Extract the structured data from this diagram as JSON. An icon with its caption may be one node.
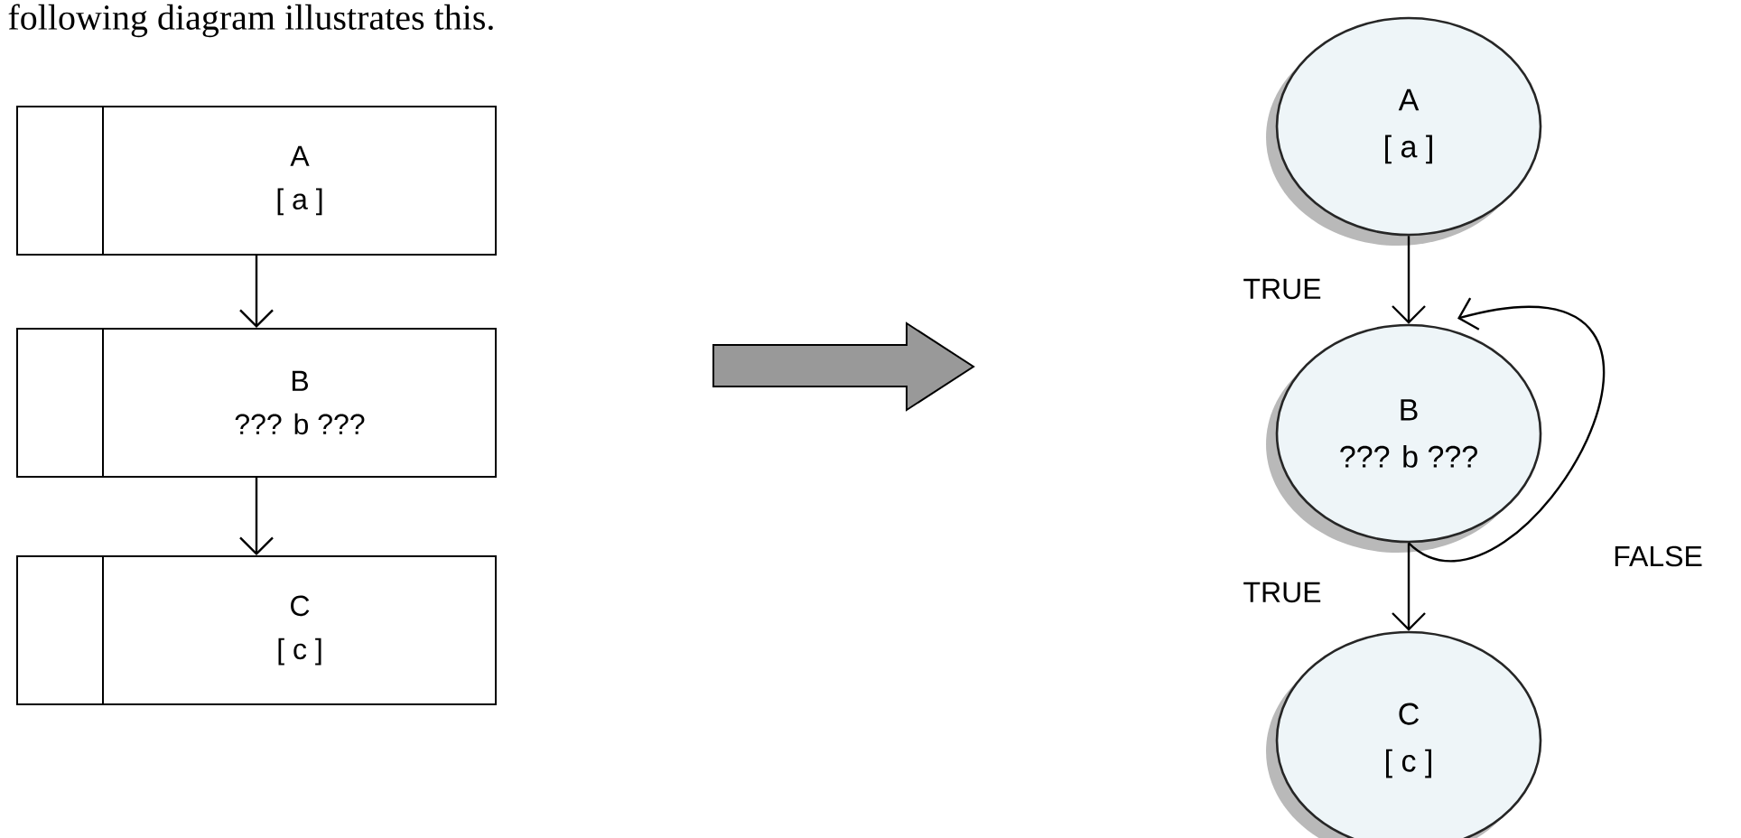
{
  "diagram": {
    "nodes": [
      {
        "text": [
          "A",
          "[ a ]"
        ]
      },
      {
        "text": [
          "B",
          "??? b ???"
        ]
      },
      {
        "text": [
          "C",
          "[ c ]"
        ]
      },
      {
        "text": [
          "A",
          "[ a ]"
        ]
      },
      {
        "text": [
          "B",
          "??? b ???"
        ]
      },
      {
        "text": [
          "C",
          "[ c ]"
        ]
      }
    ],
    "edges": [
      {
        "from": 0,
        "to": 1,
        "arrow": "to"
      },
      {
        "from": 1,
        "to": 2,
        "arrow": "to"
      },
      {
        "from": 3,
        "to": 4,
        "arrow": "to",
        "label": "TRUE"
      },
      {
        "from": 4,
        "to": 5,
        "arrow": "to",
        "label": "TRUE"
      },
      {
        "from": 4,
        "to": 4,
        "arrow": "to",
        "label": "FALSE"
      }
    ],
    "labels": [
      "following diagram illustrates this."
    ]
  }
}
